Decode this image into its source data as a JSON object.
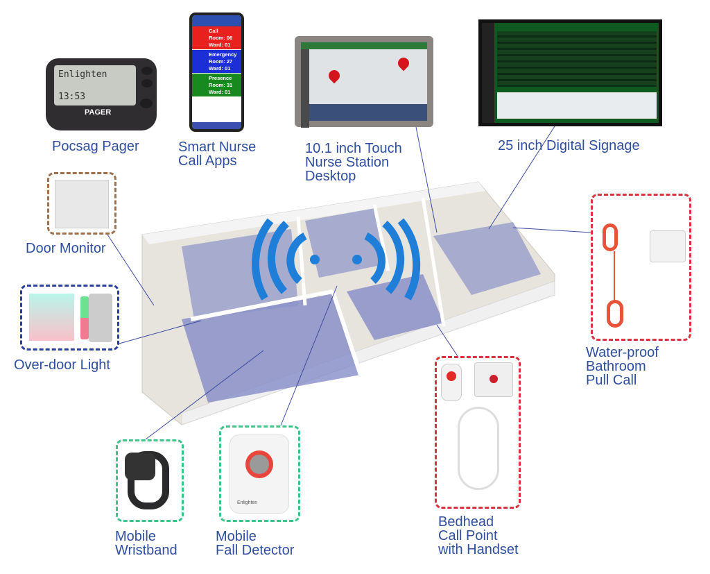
{
  "title": "Nurse Call System Overview",
  "labels": {
    "pager": "Pocsag Pager",
    "app": [
      "Smart Nurse",
      "Call Apps"
    ],
    "desktop": [
      "10.1 inch Touch",
      "Nurse Station",
      "Desktop"
    ],
    "signage": "25 inch Digital Signage",
    "door_monitor": "Door Monitor",
    "overdoor_light": "Over-door Light",
    "pull_call": [
      "Water-proof",
      "Bathroom",
      "Pull Call"
    ],
    "bedhead": [
      "Bedhead",
      "Call Point",
      "with Handset"
    ],
    "wristband": [
      "Mobile",
      "Wristband"
    ],
    "fall_detector": [
      "Mobile",
      "Fall Detector"
    ]
  },
  "pager_screen": {
    "brand": "Enlighten",
    "time": "13:53",
    "label": "PAGER"
  },
  "phone_alerts": [
    {
      "type": "Call",
      "room": "Room: 06",
      "ward": "Ward: 01",
      "color": "#e8211f"
    },
    {
      "type": "Emergency",
      "room": "Room: 27",
      "ward": "Ward: 01",
      "color": "#1c2fd6"
    },
    {
      "type": "Presence",
      "room": "Room: 31",
      "ward": "Ward: 01",
      "color": "#17891f"
    }
  ],
  "fall_detector_brand": "Enlighten",
  "colors": {
    "label": "#2f4e9e",
    "wifi": "#1f7fd8",
    "red_box": "#d9333f",
    "green_box": "#3cc48a",
    "navy_box": "#2a3f9a",
    "brown_box": "#a0704a"
  }
}
